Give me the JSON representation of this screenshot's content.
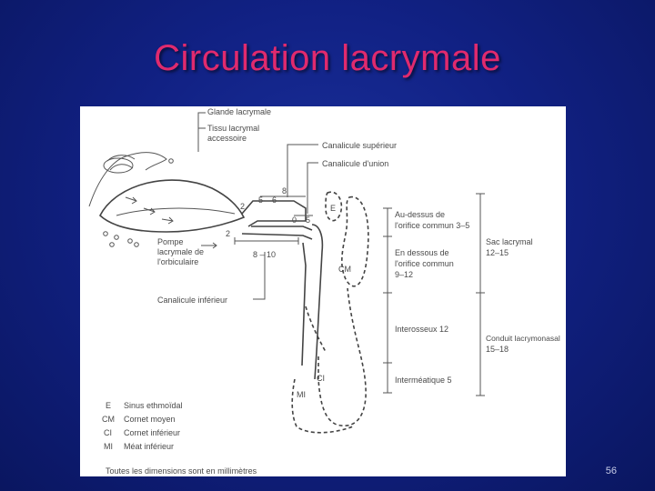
{
  "slide": {
    "title": "Circulation lacrymale",
    "page_number": "56"
  },
  "figure": {
    "labels": {
      "glande": "Glande lacrymale",
      "tissu1": "Tissu lacrymal",
      "tissu2": "accessoire",
      "canal_sup": "Canalicule supérieur",
      "canal_union": "Canalicule d'union",
      "pompe1": "Pompe",
      "pompe2": "lacrymale de",
      "pompe3": "l'orbiculaire",
      "canal_inf": "Canalicule inférieur",
      "au_dessus1": "Au-dessus de",
      "au_dessus2": "l'orifice commun 3–5",
      "en_dessous1": "En dessous de",
      "en_dessous2": "l'orifice commun",
      "en_dessous3": "9–12",
      "interosseux": "Interosseux 12",
      "intermeatique": "Interméatique 5",
      "sac1": "Sac lacrymal",
      "sac2": "12–15",
      "conduit1": "Conduit lacrymonasal",
      "conduit2": "15–18",
      "cm": "CM",
      "ci": "CI",
      "mi": "MI",
      "e": "E"
    },
    "dimensions": {
      "d_2": "2",
      "d_2b": "2",
      "d_5_6": "5 – 6",
      "d_8a": "8",
      "d_0_5": "0 – 5",
      "d_8_10": "8 – 10"
    },
    "legend": [
      {
        "abbr": "E",
        "text": "Sinus ethmoïdal"
      },
      {
        "abbr": "CM",
        "text": "Cornet moyen"
      },
      {
        "abbr": "CI",
        "text": "Cornet inférieur"
      },
      {
        "abbr": "MI",
        "text": "Méat inférieur"
      }
    ],
    "footnote": "Toutes les dimensions sont en millimètres"
  }
}
